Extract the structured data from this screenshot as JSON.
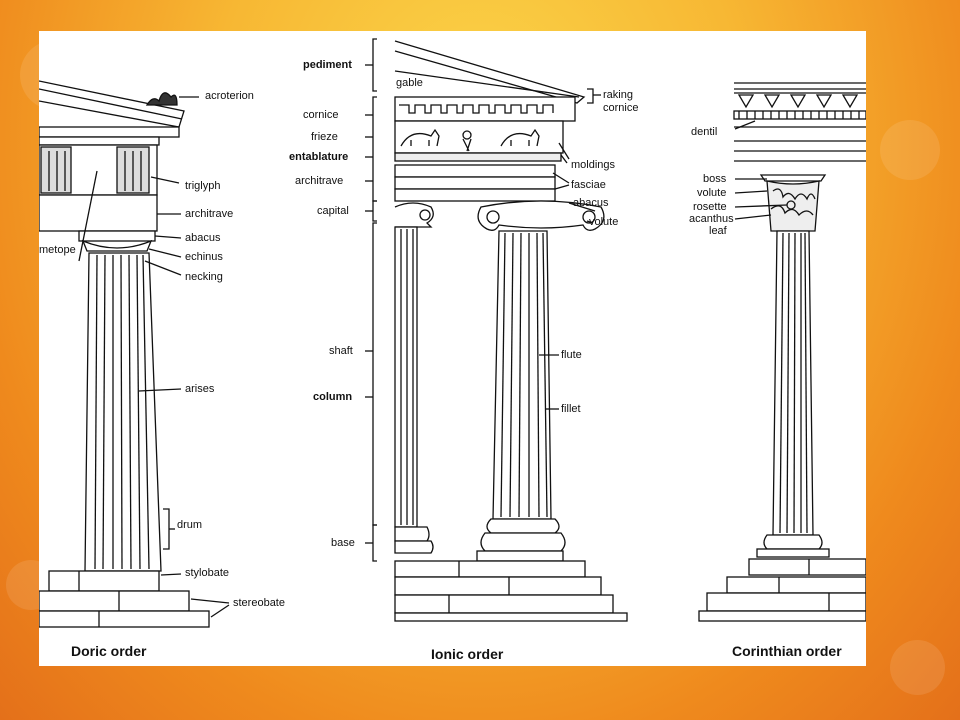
{
  "colors": {
    "background_accent": "#f7b733",
    "background_edge": "#e4701a",
    "panel": "#ffffff",
    "ink": "#111111"
  },
  "doric": {
    "caption": "Doric order",
    "labels": {
      "acroterion": "acroterion",
      "triglyph": "triglyph",
      "architrave": "architrave",
      "metope": "metope",
      "abacus": "abacus",
      "echinus": "echinus",
      "necking": "necking",
      "arises": "arises",
      "drum": "drum",
      "stylobate": "stylobate",
      "stereobate": "stereobate"
    }
  },
  "ionic": {
    "caption": "Ionic order",
    "labels": {
      "pediment": "pediment",
      "gable": "gable",
      "raking": "raking",
      "cornice_r": "cornice",
      "cornice": "cornice",
      "frieze": "frieze",
      "entablature": "entablature",
      "architrave": "architrave",
      "moldings": "moldings",
      "fasciae": "fasciae",
      "capital": "capital",
      "abacus": "abacus",
      "volute": "volute",
      "shaft": "shaft",
      "flute": "flute",
      "column": "column",
      "fillet": "fillet",
      "base": "base"
    }
  },
  "corinthian": {
    "caption": "Corinthian order",
    "labels": {
      "dentil": "dentil",
      "boss": "boss",
      "volute": "volute",
      "rosette": "rosette",
      "acanthus": "acanthus",
      "leaf": "leaf"
    }
  }
}
